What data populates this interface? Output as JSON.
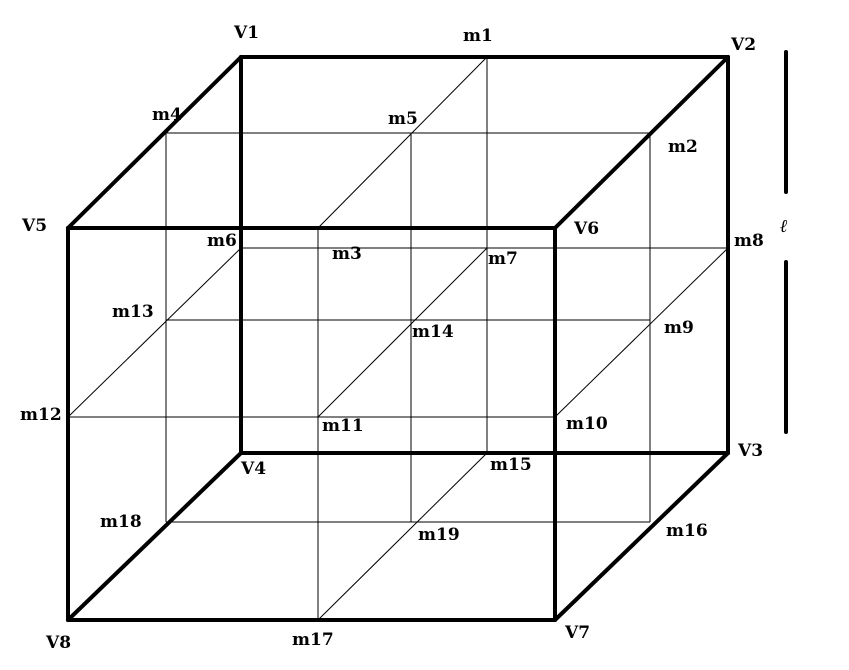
{
  "diagram": {
    "vertices": {
      "V1": "V1",
      "V2": "V2",
      "V3": "V3",
      "V4": "V4",
      "V5": "V5",
      "V6": "V6",
      "V7": "V7",
      "V8": "V8"
    },
    "midpoints": {
      "m1": "m1",
      "m2": "m2",
      "m3": "m3",
      "m4": "m4",
      "m5": "m5",
      "m6": "m6",
      "m7": "m7",
      "m8": "m8",
      "m9": "m9",
      "m10": "m10",
      "m11": "m11",
      "m12": "m12",
      "m13": "m13",
      "m14": "m14",
      "m15": "m15",
      "m16": "m16",
      "m17": "m17",
      "m18": "m18",
      "m19": "m19"
    },
    "side_label": "ℓ",
    "colors": {
      "line": "#000000",
      "background": "#ffffff"
    }
  }
}
